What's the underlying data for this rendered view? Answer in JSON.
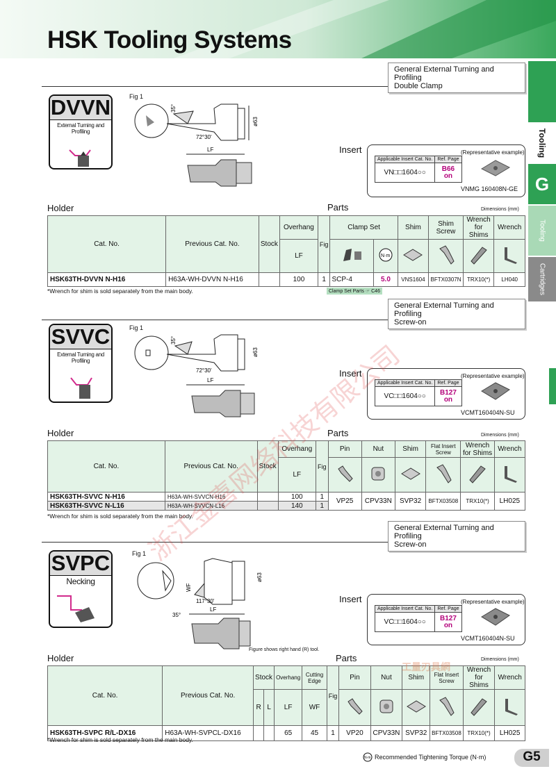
{
  "page": {
    "title": "HSK Tooling Systems",
    "page_number": "G5"
  },
  "side_tabs": {
    "main": "Tooling",
    "letter": "G",
    "sub_tooling": "Tooling",
    "sub_cartridges": "Cartridges"
  },
  "watermark": {
    "main": "浙江金喜网络科技有限公司",
    "logo": "工量刃具網"
  },
  "common": {
    "fig_label": "Fig 1",
    "holder_label": "Holder",
    "parts_label": "Parts",
    "insert_label": "Insert",
    "dims_label": "Dimensions (mm)",
    "rep_example": "(Representative example)",
    "applicable_insert": "Applicable Insert Cat. No.",
    "ref_page": "Ref. Page",
    "cat_no": "Cat. No.",
    "prev_cat_no": "Previous Cat. No.",
    "stock": "Stock",
    "overhang": "Overhang",
    "lf": "LF",
    "fig": "Fig",
    "wf": "WF",
    "cutting_edge": "Cutting Edge",
    "r": "R",
    "l": "L",
    "wrench_note": "*Wrench for shim is sold separately from the main body.",
    "torque_note": "Recommended Tightening Torque (N·m)",
    "nm_icon": "N·m",
    "fig_right_hand": "Figure shows right hand (R) tool."
  },
  "sections": [
    {
      "code": "DVVN",
      "subtitle": "External Turning and Profiling",
      "type_line1": "General External Turning and Profiling",
      "type_line2": "Double Clamp",
      "dims": {
        "angle1": "35°",
        "angle2": "72°30'",
        "dia": "ø63",
        "lf": "LF"
      },
      "insert": {
        "cat": "VN□□1604○○",
        "ref": "B66",
        "ref_sub": "on",
        "example": "VNMG 160408N-GE"
      },
      "parts_headers": [
        "Clamp Set",
        "Shim",
        "Shim Screw",
        "Wrench for Shims",
        "Wrench"
      ],
      "rows": [
        {
          "cat": "HSK63TH-DVVN N-H16",
          "prev": "H63A-WH-DVVN N-H16",
          "stock": "",
          "lf": "100",
          "fig": "1",
          "parts": [
            "SCP-4",
            "5.0",
            "VNS1604",
            "BFTX0307N",
            "TRX10(*)",
            "LH040"
          ]
        }
      ],
      "clamp_link": "Clamp Set Parts ☞ C46"
    },
    {
      "code": "SVVC",
      "subtitle": "External Turning and Profiling",
      "type_line1": "General External Turning and Profiling",
      "type_line2": "Screw-on",
      "dims": {
        "angle1": "35°",
        "angle2": "72°30'",
        "dia": "ø63",
        "lf": "LF"
      },
      "insert": {
        "cat": "VC□□1604○○",
        "ref": "B127",
        "ref_sub": "on",
        "example": "VCMT160404N-SU"
      },
      "parts_headers": [
        "Pin",
        "Nut",
        "Shim",
        "Flat Insert Screw",
        "Wrench for Shims",
        "Wrench"
      ],
      "rows": [
        {
          "cat": "HSK63TH-SVVC N-H16",
          "prev": "H63A-WH-SVVCN-H16",
          "stock": "",
          "lf": "100",
          "fig": "1"
        },
        {
          "cat": "HSK63TH-SVVC N-L16",
          "prev": "H63A-WH-SVVCN-L16",
          "stock": "",
          "lf": "140",
          "fig": "1"
        }
      ],
      "parts": [
        "VP25",
        "CPV33N",
        "SVP32",
        "BFTX03508",
        "TRX10(*)",
        "LH025"
      ]
    },
    {
      "code": "SVPC",
      "subtitle": "Necking",
      "type_line1": "General External Turning and Profiling",
      "type_line2": "Screw-on",
      "dims": {
        "angle1": "35°",
        "angle2": "117°30'",
        "dia": "ø63",
        "lf": "LF",
        "wf": "WF"
      },
      "insert": {
        "cat": "VC□□1604○○",
        "ref": "B127",
        "ref_sub": "on",
        "example": "VCMT160404N-SU"
      },
      "parts_headers": [
        "Pin",
        "Nut",
        "Shim",
        "Flat Insert Screw",
        "Wrench for Shims",
        "Wrench"
      ],
      "rows": [
        {
          "cat": "HSK63TH-SVPC R/L-DX16",
          "prev": "H63A-WH-SVPCL-DX16",
          "stock_r": "",
          "stock_l": "",
          "lf": "65",
          "wf": "45",
          "fig": "1",
          "parts": [
            "VP20",
            "CPV33N",
            "SVP32",
            "BFTX03508",
            "TRX10(*)",
            "LH025"
          ]
        }
      ]
    }
  ]
}
